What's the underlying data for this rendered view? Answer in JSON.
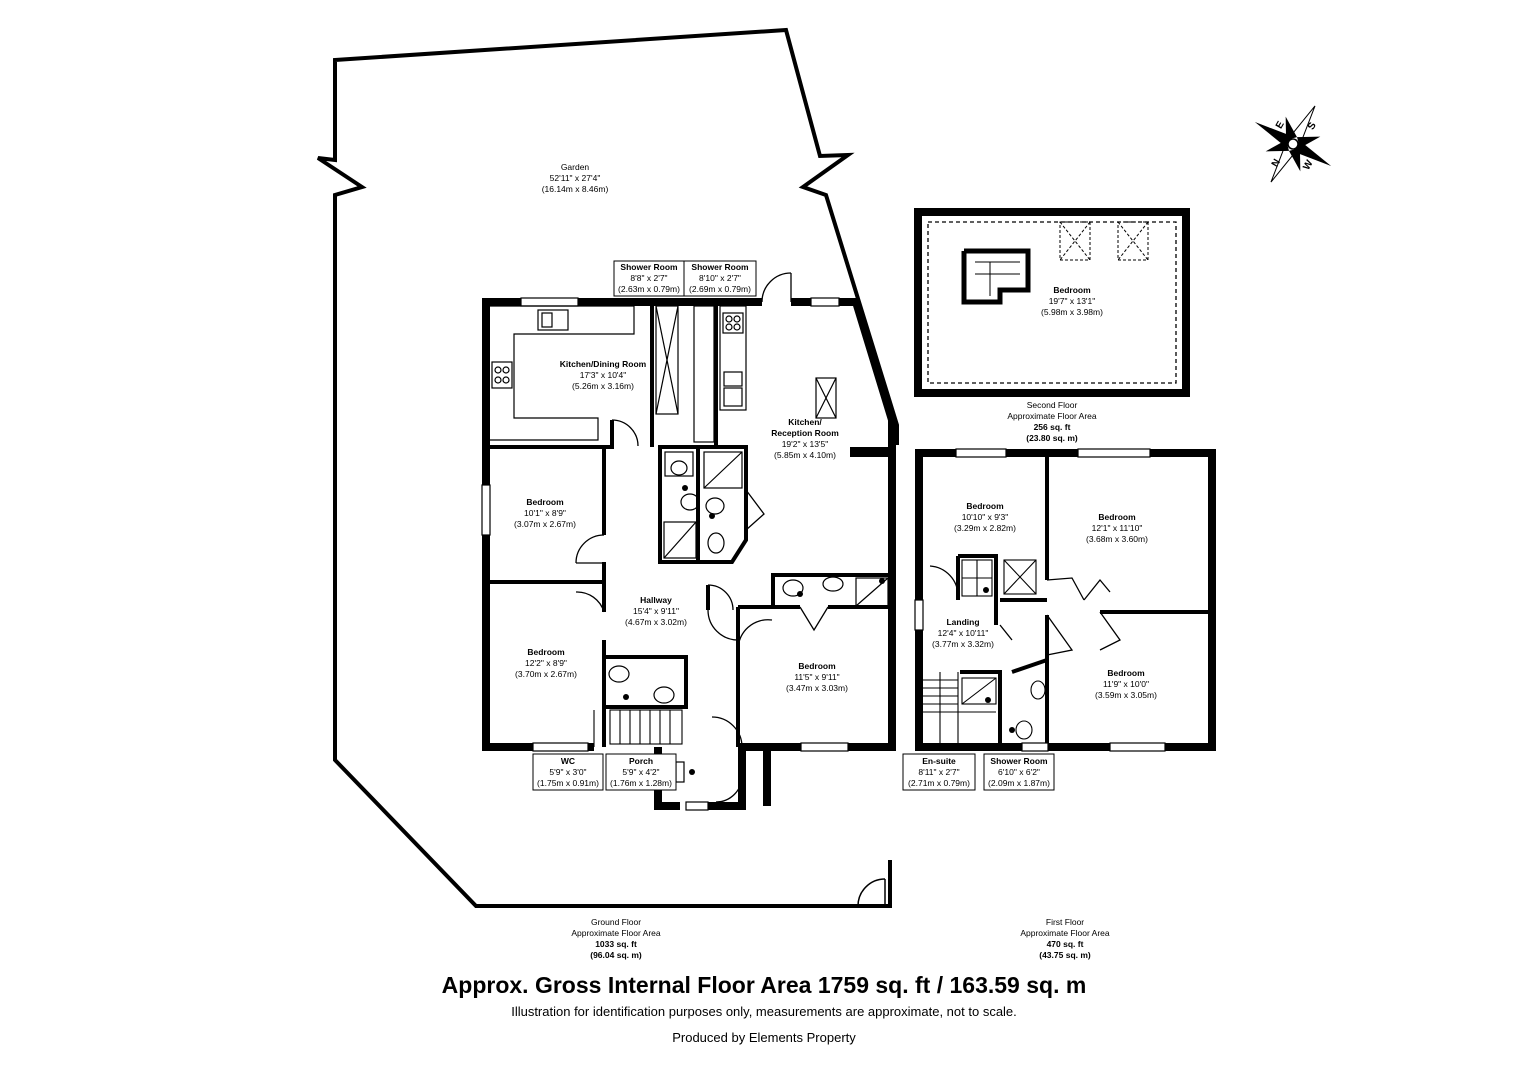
{
  "rooms": {
    "garden": {
      "name": "Garden",
      "imperial": "52'11\" x 27'4\"",
      "metric": "(16.14m x 8.46m)"
    },
    "shower1": {
      "name": "Shower Room",
      "imperial": "8'8\" x 2'7\"",
      "metric": "(2.63m x 0.79m)"
    },
    "shower2": {
      "name": "Shower Room",
      "imperial": "8'10\" x 2'7\"",
      "metric": "(2.69m x 0.79m)"
    },
    "kitchen_dining": {
      "name": "Kitchen/Dining Room",
      "imperial": "17'3\" x 10'4\"",
      "metric": "(5.26m x 3.16m)"
    },
    "kitchen_reception": {
      "name1": "Kitchen/",
      "name2": "Reception Room",
      "imperial": "19'2\" x 13'5\"",
      "metric": "(5.85m x 4.10m)"
    },
    "bed_g1": {
      "name": "Bedroom",
      "imperial": "10'1\" x 8'9\"",
      "metric": "(3.07m x 2.67m)"
    },
    "hallway": {
      "name": "Hallway",
      "imperial": "15'4\" x 9'11\"",
      "metric": "(4.67m x 3.02m)"
    },
    "bed_g2": {
      "name": "Bedroom",
      "imperial": "12'2\" x 8'9\"",
      "metric": "(3.70m x 2.67m)"
    },
    "bed_g3": {
      "name": "Bedroom",
      "imperial": "11'5\" x 9'11\"",
      "metric": "(3.47m x 3.03m)"
    },
    "wc": {
      "name": "WC",
      "imperial": "5'9\" x 3'0\"",
      "metric": "(1.75m x 0.91m)"
    },
    "porch": {
      "name": "Porch",
      "imperial": "5'9\" x 4'2\"",
      "metric": "(1.76m x 1.28m)"
    },
    "bed_s": {
      "name": "Bedroom",
      "imperial": "19'7\" x 13'1\"",
      "metric": "(5.98m x 3.98m)"
    },
    "bed_f1": {
      "name": "Bedroom",
      "imperial": "10'10\" x 9'3\"",
      "metric": "(3.29m x 2.82m)"
    },
    "bed_f2": {
      "name": "Bedroom",
      "imperial": "12'1\" x 11'10\"",
      "metric": "(3.68m x 3.60m)"
    },
    "landing": {
      "name": "Landing",
      "imperial": "12'4\" x 10'11\"",
      "metric": "(3.77m x 3.32m)"
    },
    "bed_f3": {
      "name": "Bedroom",
      "imperial": "11'9\" x 10'0\"",
      "metric": "(3.59m x 3.05m)"
    },
    "ensuite": {
      "name": "En-suite",
      "imperial": "8'11\" x 2'7\"",
      "metric": "(2.71m x 0.79m)"
    },
    "shower3": {
      "name": "Shower Room",
      "imperial": "6'10\" x 6'2\"",
      "metric": "(2.09m x 1.87m)"
    }
  },
  "floors": {
    "ground": {
      "l1": "Ground Floor",
      "l2": "Approximate Floor Area",
      "l3": "1033 sq. ft",
      "l4": "(96.04 sq. m)"
    },
    "first": {
      "l1": "First Floor",
      "l2": "Approximate Floor Area",
      "l3": "470 sq. ft",
      "l4": "(43.75 sq. m)"
    },
    "second": {
      "l1": "Second Floor",
      "l2": "Approximate Floor Area",
      "l3": "256 sq. ft",
      "l4": "(23.80 sq. m)"
    }
  },
  "compass": {
    "n": "N",
    "s": "S",
    "e": "E",
    "w": "W"
  },
  "footer": {
    "title": "Approx. Gross Internal Floor Area 1759 sq. ft / 163.59 sq. m",
    "disclaimer": "Illustration for identification purposes only, measurements are approximate, not to scale.",
    "producer": "Produced by Elements Property"
  }
}
